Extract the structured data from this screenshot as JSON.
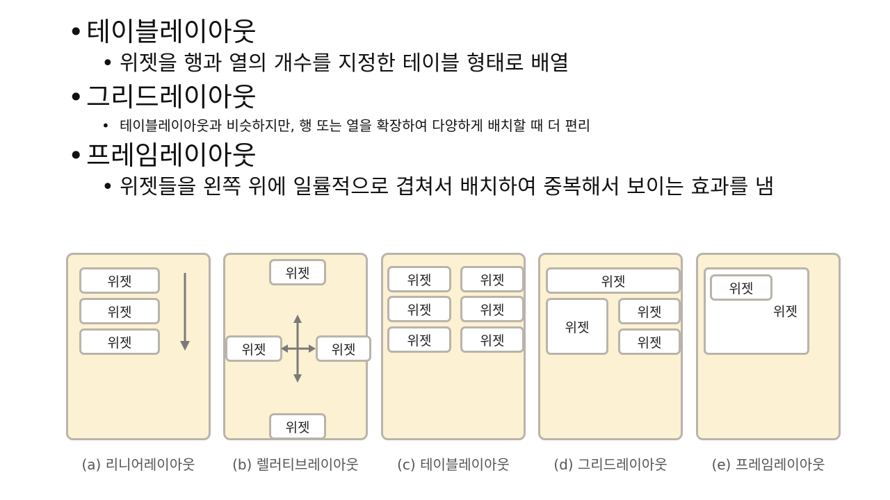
{
  "bullets": [
    {
      "title": "테이블레이아웃",
      "sub": "위젯을 행과 열의 개수를 지정한 테이블 형태로 배열"
    },
    {
      "title": "그리드레이아웃",
      "sub": "테이블레이아웃과 비슷하지만, 행 또는 열을 확장하여 다양하게 배치할 때 더 편리"
    },
    {
      "title": "프레임레이아웃",
      "sub": "위젯들을 왼쪽 위에 일률적으로 겹쳐서 배치하여 중복해서 보이는 효과를 냄"
    }
  ],
  "diagram": {
    "widget_label": "위젯",
    "captions": [
      "(a) 리니어레이아웃",
      "(b) 렐러티브레이아웃",
      "(c) 테이블레이아웃",
      "(d) 그리드레이아웃",
      "(e) 프레임레이아웃"
    ],
    "colors": {
      "panel_fill": "#fcf1d2",
      "border": "#b9b4ab",
      "arrow": "#7a7a7a"
    }
  }
}
